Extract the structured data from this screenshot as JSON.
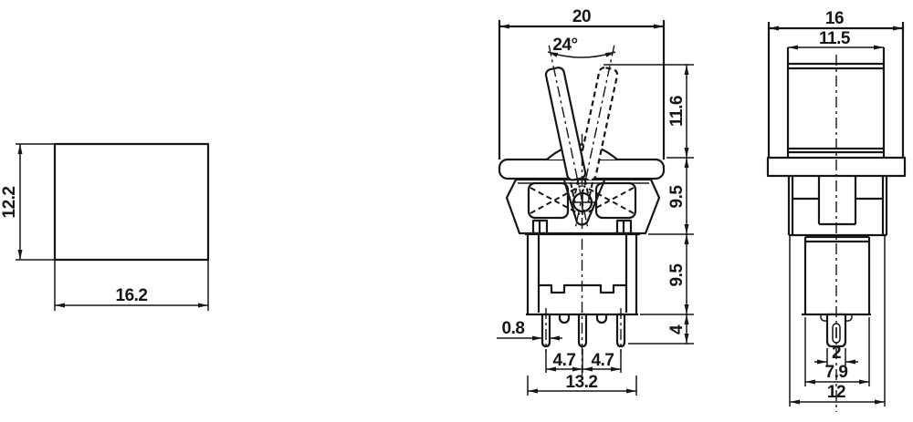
{
  "title": "Toggle switch dimensional drawing (three views)",
  "colors": {
    "line": "#161616",
    "background": "#ffffff"
  },
  "labels": {
    "left": {
      "height": "12.2",
      "width": "16.2"
    },
    "front": {
      "top_width": "20",
      "angle": "24°",
      "lever_height": "11.6",
      "upper_height": "9.5",
      "lower_height": "9.5",
      "terminal_length": "4",
      "terminal_thickness": "0.8",
      "pitch_a": "4.7",
      "pitch_b": "4.7",
      "body_width": "13.2"
    },
    "side": {
      "frame_width": "16",
      "inner_width": "11.5",
      "terminal_width": "2",
      "body_width": "7.9",
      "bracket_width": "12"
    }
  }
}
